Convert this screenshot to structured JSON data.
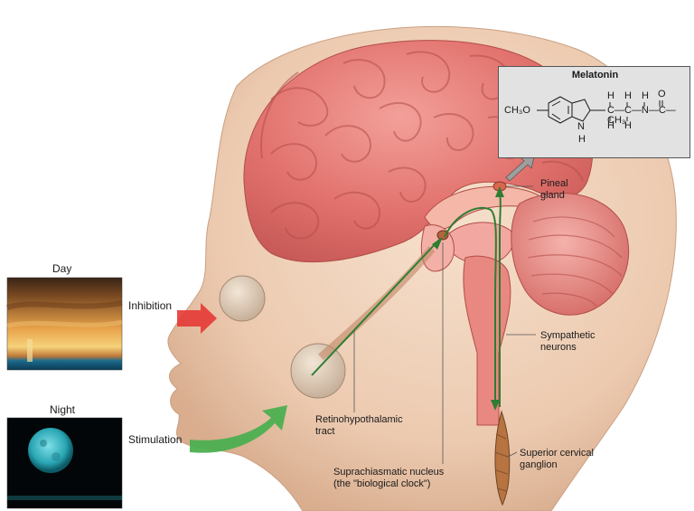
{
  "labels": {
    "day": "Day",
    "night": "Night",
    "inhibition": "Inhibition",
    "stimulation": "Stimulation",
    "pineal_line1": "Pineal",
    "pineal_line2": "gland",
    "sympathetic_line1": "Sympathetic",
    "sympathetic_line2": "neurons",
    "retino_line1": "Retinohypothalamic",
    "retino_line2": "tract",
    "scn_line1": "Suprachiasmatic nucleus",
    "scn_line2": "(the \"biological clock\")",
    "scg_line1": "Superior cervical",
    "scg_line2": "ganglion"
  },
  "melatonin": {
    "title": "Melatonin",
    "ch3o": "CH₃O",
    "n": "N",
    "h_ring": "H",
    "h1": "H",
    "h2": "H",
    "h3": "H",
    "h4": "H",
    "h5": "H",
    "o": "O",
    "chain": "C—C—N—C—CH₃"
  },
  "colors": {
    "skin": "#f2d7c0",
    "brain": "#e47c78",
    "pathway": "#2e7d32",
    "inhibition_arrow": "#e53935",
    "stimulation_arrow": "#4caf50"
  }
}
